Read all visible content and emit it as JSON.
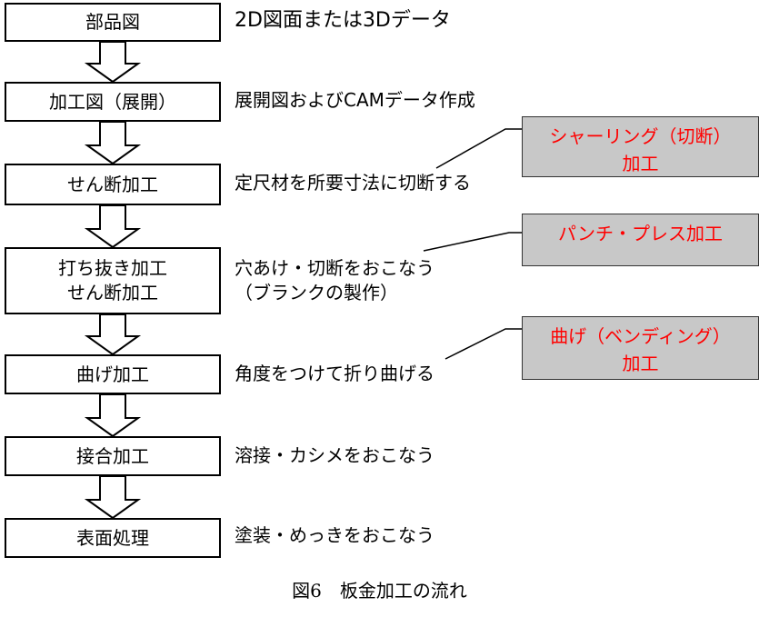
{
  "steps": [
    {
      "label": "部品図",
      "description": "2D図面または3Dデータ"
    },
    {
      "label": "加工図（展開）",
      "description": "展開図およびCAMデータ作成"
    },
    {
      "label": "せん断加工",
      "description": "定尺材を所要寸法に切断する"
    },
    {
      "label": "打ち抜き加工\nせん断加工",
      "description": "穴あけ・切断をおこなう\n（ブランクの製作）"
    },
    {
      "label": "曲げ加工",
      "description": "角度をつけて折り曲げる"
    },
    {
      "label": "接合加工",
      "description": "溶接・カシメをおこなう"
    },
    {
      "label": "表面処理",
      "description": "塗装・めっきをおこなう"
    }
  ],
  "callouts": [
    {
      "label": "シャーリング（切断）\n加工"
    },
    {
      "label": "パンチ・プレス加工"
    },
    {
      "label": "曲げ（ベンディング）\n加工"
    }
  ],
  "caption": "図6　板金加工の流れ",
  "colors": {
    "callout_text": "#ff0000",
    "callout_bg": "#c8c8c8"
  }
}
